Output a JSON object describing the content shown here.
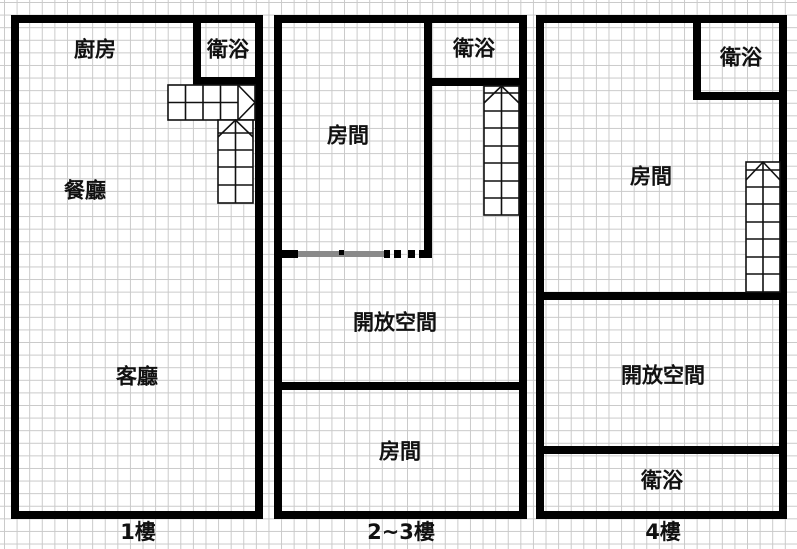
{
  "floors": [
    {
      "id": "1f",
      "label": "1樓",
      "rooms": {
        "kitchen": "廚房",
        "bathroom": "衛浴",
        "dining": "餐廳",
        "living": "客廳"
      }
    },
    {
      "id": "2-3f",
      "label": "2~3樓",
      "rooms": {
        "bathroom": "衛浴",
        "bedroom_top": "房間",
        "open_space": "開放空間",
        "bedroom_bottom": "房間"
      }
    },
    {
      "id": "4f",
      "label": "4樓",
      "rooms": {
        "bathroom_top": "衛浴",
        "bedroom": "房間",
        "open_space": "開放空間",
        "bathroom_bottom": "衛浴"
      }
    }
  ],
  "colors": {
    "wall": "#000000",
    "grid": "#c9c9c9",
    "background": "#ffffff",
    "partial_wall": "#8a8a8a"
  }
}
